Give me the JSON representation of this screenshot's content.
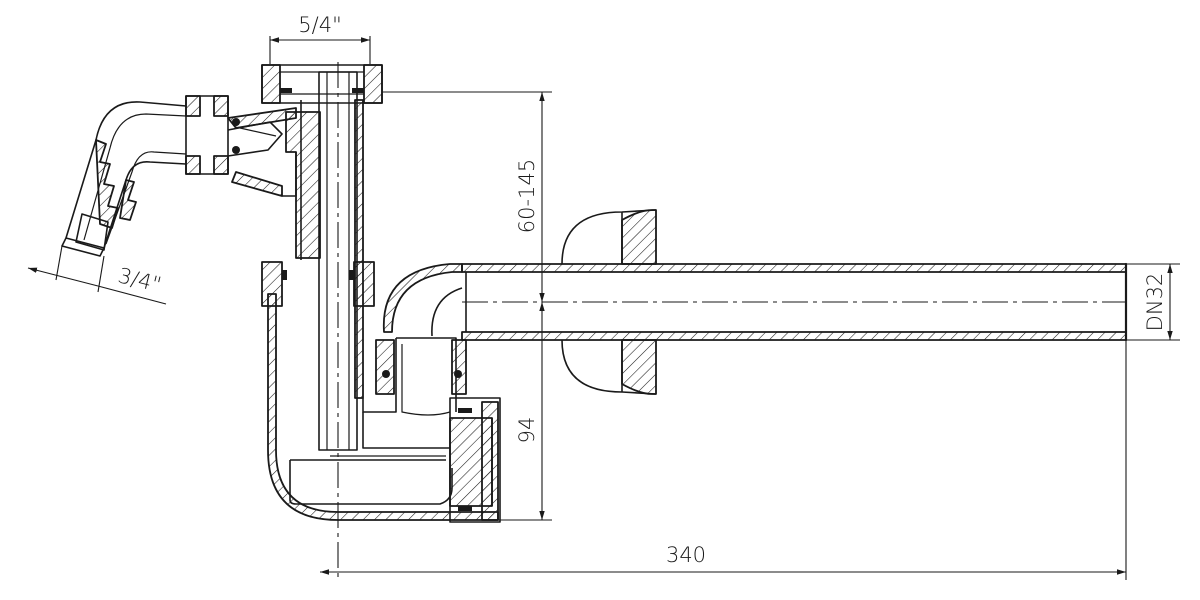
{
  "dimensions": {
    "outlet_thread": "5/4\"",
    "inlet_thread": "3/4\"",
    "height_range": "60-145",
    "height_lower": "94",
    "total_length": "340",
    "pipe_diameter": "DN32"
  },
  "colors": {
    "line": "#1a1a1a",
    "background": "#ffffff"
  }
}
